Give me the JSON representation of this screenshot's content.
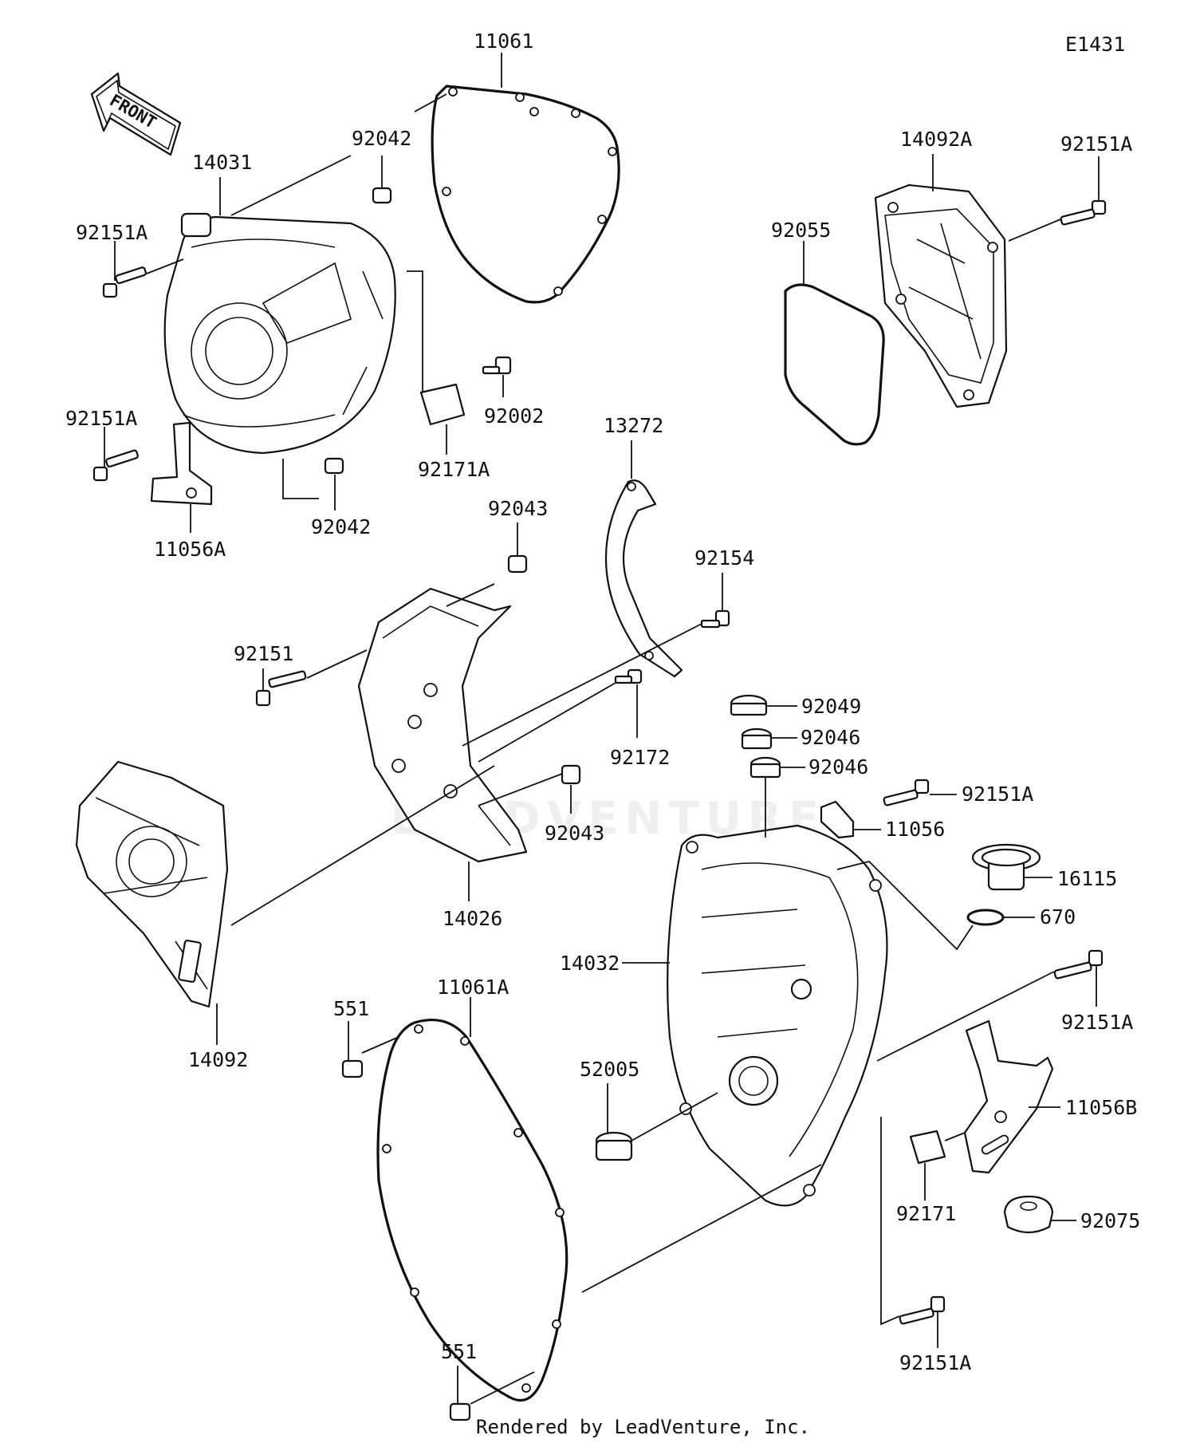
{
  "diagram_code": "E1431",
  "front_arrow_label": "FRONT",
  "footer": "Rendered by LeadVenture, Inc.",
  "watermark": "LEADVENTURE",
  "labels": {
    "p11061": "11061",
    "p92042_top": "92042",
    "p14031": "14031",
    "p92151A_1": "92151A",
    "p92151A_2": "92151A",
    "p92002": "92002",
    "p92171A": "92171A",
    "p11056A": "11056A",
    "p92042_bot": "92042",
    "p14092A": "14092A",
    "p92151A_3": "92151A",
    "p92055": "92055",
    "p13272": "13272",
    "p92043_top": "92043",
    "p92154": "92154",
    "p92151": "92151",
    "p92049": "92049",
    "p92046_a": "92046",
    "p92046_b": "92046",
    "p92172": "92172",
    "p92151A_4": "92151A",
    "p11056": "11056",
    "p92043_bot": "92043",
    "p16115": "16115",
    "p670": "670",
    "p14026": "14026",
    "p14032": "14032",
    "p14092": "14092",
    "p551_top": "551",
    "p11061A": "11061A",
    "p92151A_5": "92151A",
    "p52005": "52005",
    "p11056B": "11056B",
    "p92171": "92171",
    "p92075": "92075",
    "p551_bot": "551",
    "p92151A_6": "92151A"
  }
}
